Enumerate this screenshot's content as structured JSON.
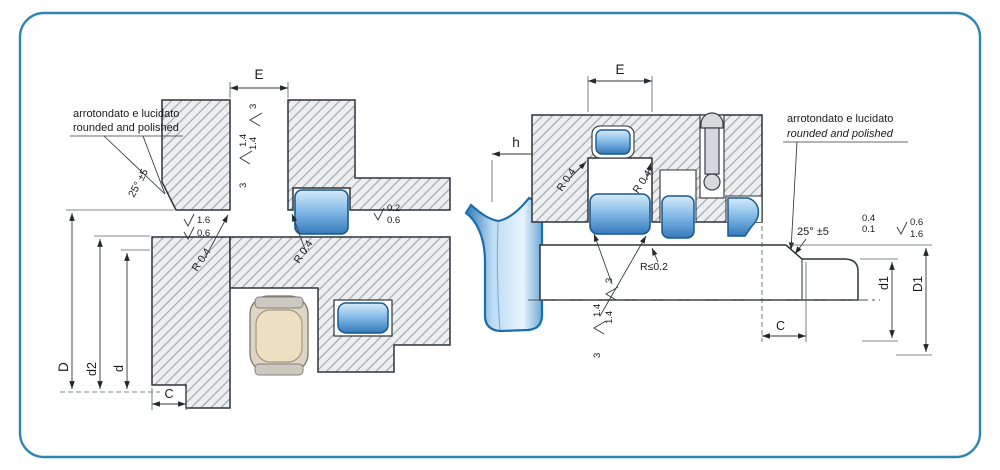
{
  "colors": {
    "frame_blue": "#2f86b3",
    "seal_blue": "#3579b9",
    "hatch_line": "#9aa3ac"
  },
  "left_view": {
    "note_line1": "arrotondato  e lucidato",
    "note_line2": "rounded and polished",
    "dim_groove_width": "E",
    "finish_wall_upper_max": "3",
    "finish_wall_upper_min": "1.4",
    "finish_wall_lower_max": "1.4",
    "finish_wall_lower_min": "3",
    "chamfer_angle": "25° ±5",
    "finish_lead_in_max": "1.6",
    "finish_lead_in_min": "0.6",
    "radius_left": "R 0.4",
    "radius_right": "R 0.4",
    "finish_bore_max": "0.2",
    "finish_bore_min": "0.6",
    "dim_bore": "D",
    "dim_groove_root": "d2",
    "dim_shaft": "d",
    "dim_lead_in": "C"
  },
  "profile_view": {
    "dim_section_height": "h"
  },
  "right_view": {
    "dim_groove_width": "E",
    "radius_left": "R 0.4",
    "radius_right": "R 0.4",
    "note_line1": "arrotondato e lucidato",
    "note_line2": "rounded and polished",
    "chamfer_angle": "25° ±5",
    "chamfer_tol_top": "0.4",
    "chamfer_tol_bottom": "0.1",
    "finish_end_max": "0.6",
    "finish_end_min": "1.6",
    "radius_max": "R≤0.2",
    "finish_wall_upper_max": "3",
    "finish_wall_upper_min": "1.4",
    "finish_wall_lower_max": "1.4",
    "finish_wall_lower_min": "3",
    "dim_rod_end": "d1",
    "dim_rod": "D1",
    "dim_chamfer_length": "C"
  }
}
